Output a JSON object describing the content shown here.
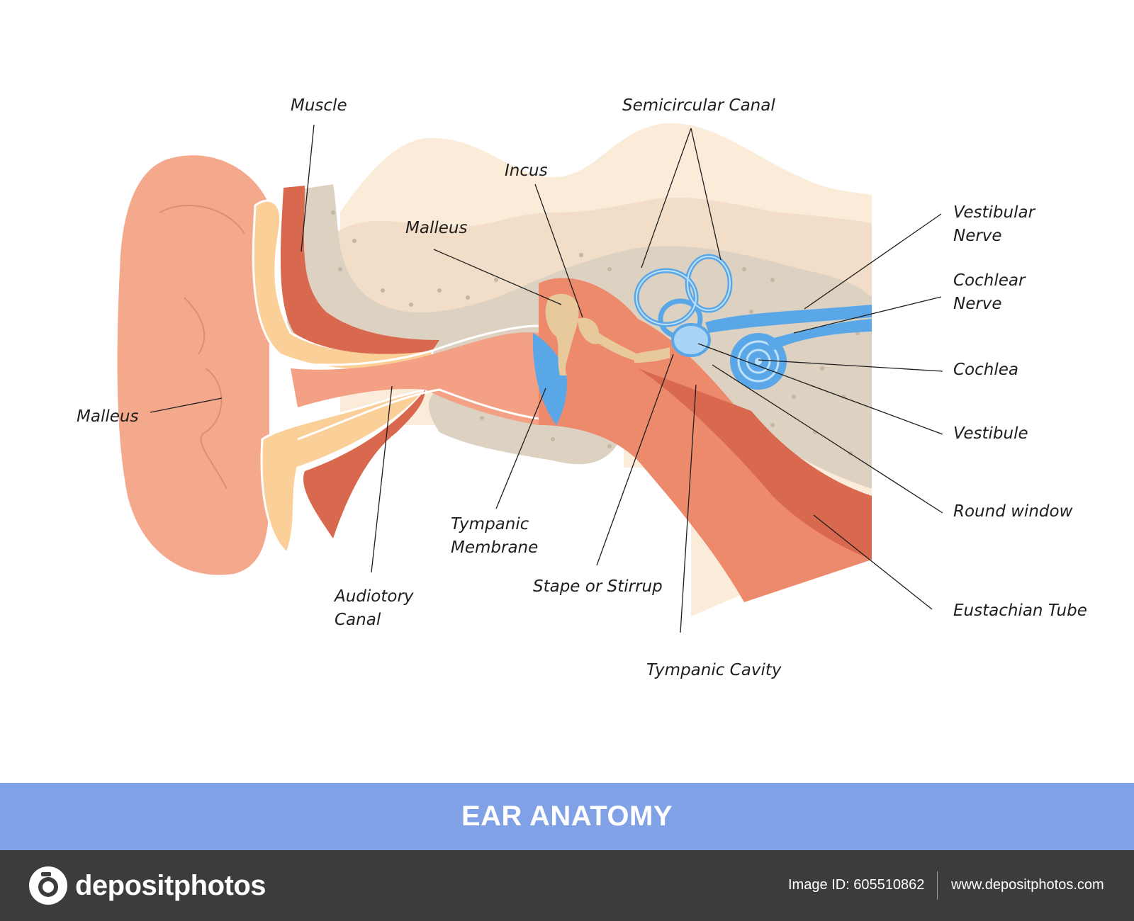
{
  "labels": {
    "muscle": "Muscle",
    "semicircular_canal": "Semicircular Canal",
    "incus": "Incus",
    "malleus_top": "Malleus",
    "vestibular_nerve": [
      "Vestibular",
      "Nerve"
    ],
    "cochlear_nerve": [
      "Cochlear",
      "Nerve"
    ],
    "cochlea": "Cochlea",
    "vestibule": "Vestibule",
    "round_window": "Round window",
    "eustachian_tube": "Eustachian Tube",
    "malleus_left": "Malleus",
    "tympanic_membrane": [
      "Tympanic",
      "Membrane"
    ],
    "auditory_canal": [
      "Audiotory",
      "Canal"
    ],
    "stape": "Stape or Stirrup",
    "tympanic_cavity": "Tympanic Cavity"
  },
  "title": "EAR ANATOMY",
  "footer": {
    "logo_text": "depositphotos",
    "image_id": "Image ID: 605510862",
    "site": "www.depositphotos.com"
  },
  "colors": {
    "title_bar": "#80a1e6",
    "footer_bg": "#3b3c3e",
    "skin": "#f4a98c",
    "bone": "#ddd2c2",
    "inner_ear": "#5aa7e8"
  }
}
